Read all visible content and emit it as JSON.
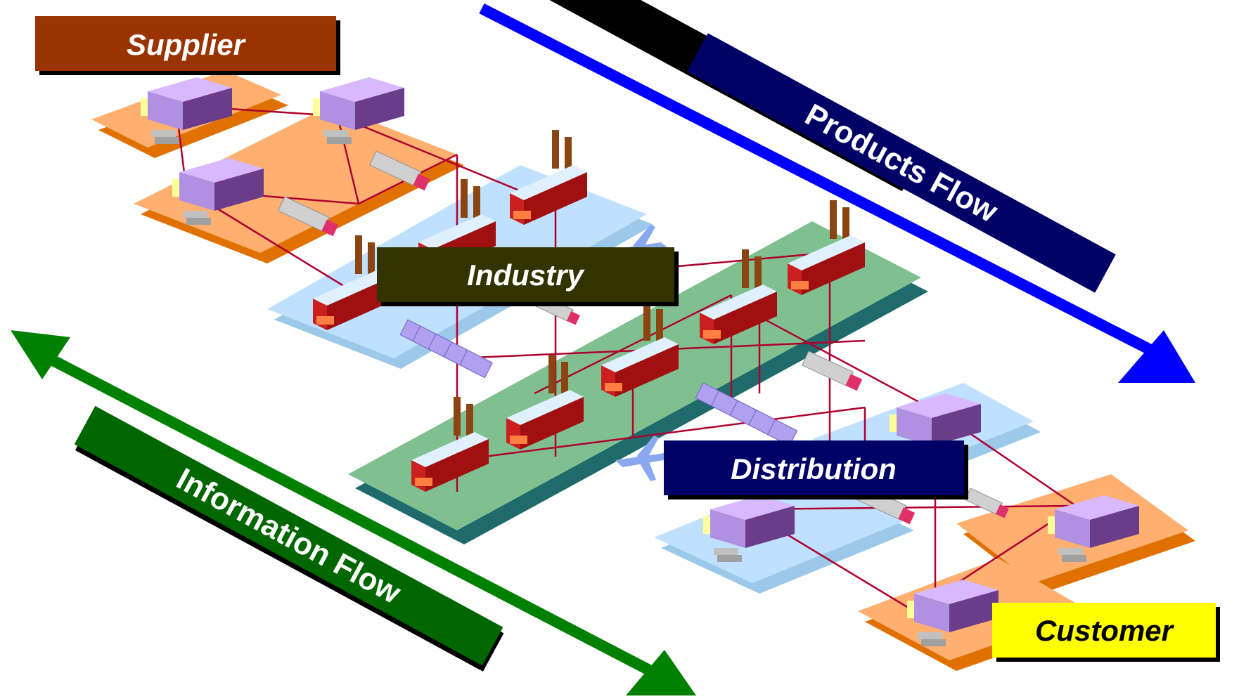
{
  "labels": {
    "supplier": "Supplier",
    "industry": "Industry",
    "distribution": "Distribution",
    "customer": "Customer"
  },
  "flows": {
    "products": "Products Flow",
    "information": "Information Flow"
  },
  "colors": {
    "supplier_box": "#993300",
    "industry_box": "#333300",
    "distribution_box": "#000066",
    "customer_box": "#ffff00",
    "products_band": "#000066",
    "products_arrow": "#0000ff",
    "information_band": "#006600",
    "information_arrow": "#008000",
    "link_lines": "#b00030",
    "orange_platform": "#ffb070",
    "blue_platform": "#bfe0ff",
    "green_platform": "#80c090"
  }
}
